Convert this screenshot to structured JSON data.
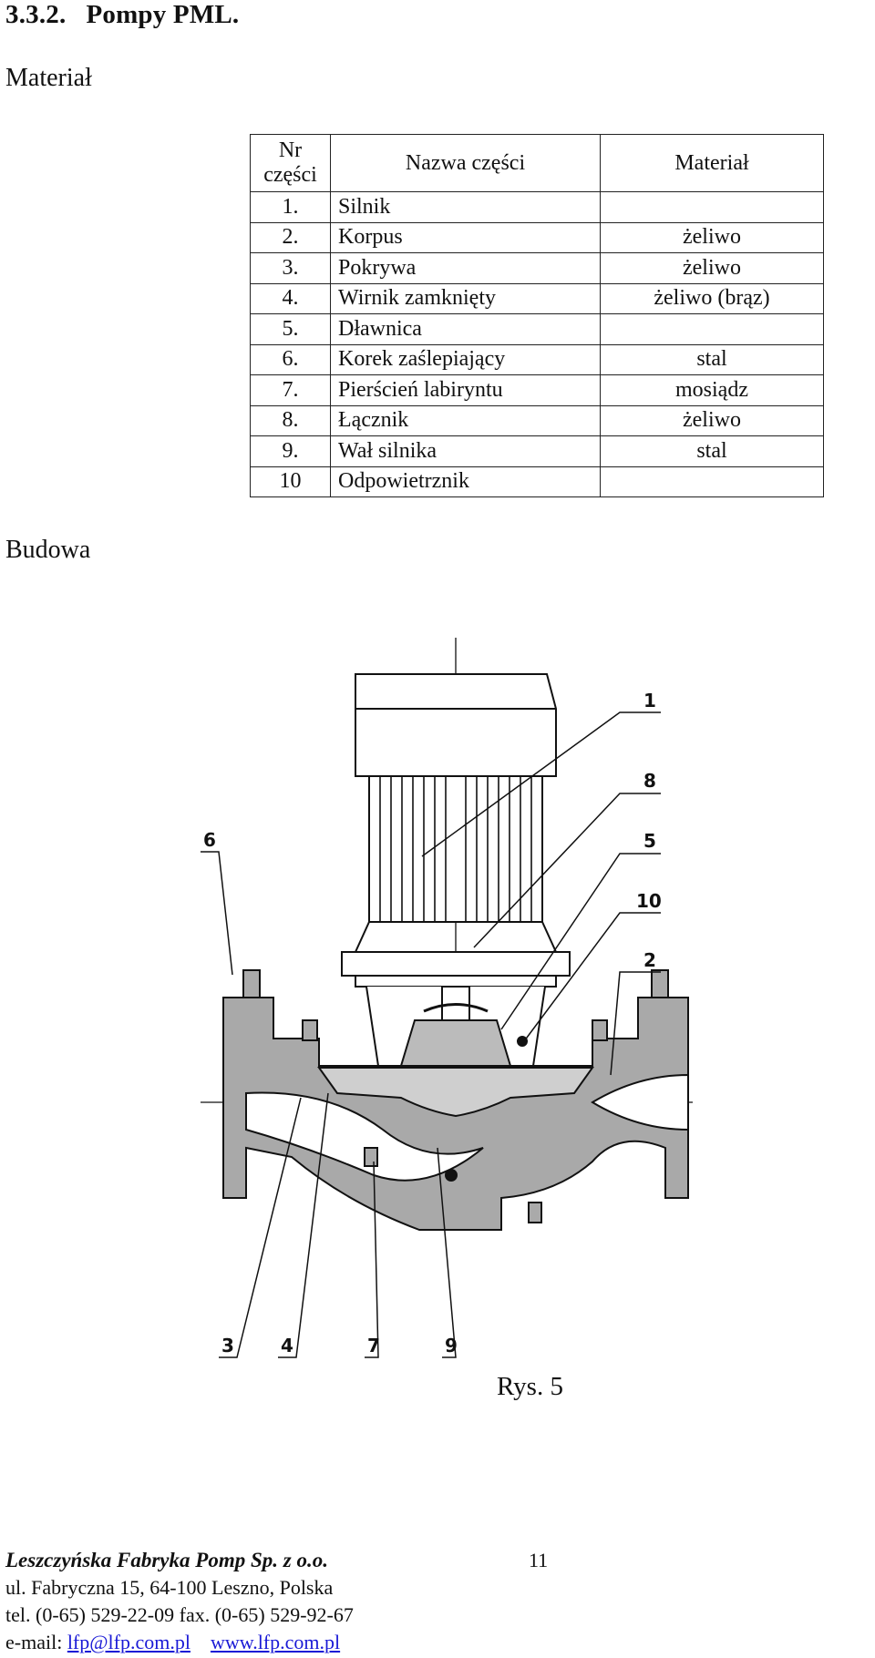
{
  "heading": {
    "number": "3.3.2.",
    "title": "Pompy PML."
  },
  "sections": {
    "material": "Materiał",
    "budowa": "Budowa"
  },
  "table": {
    "headers": {
      "nr": "Nr części",
      "name": "Nazwa części",
      "material": "Materiał"
    },
    "rows": [
      {
        "nr": "1.",
        "name": "Silnik",
        "material": ""
      },
      {
        "nr": "2.",
        "name": "Korpus",
        "material": "żeliwo"
      },
      {
        "nr": "3.",
        "name": "Pokrywa",
        "material": "żeliwo"
      },
      {
        "nr": "4.",
        "name": "Wirnik zamknięty",
        "material": "żeliwo (brąz)"
      },
      {
        "nr": "5.",
        "name": "Dławnica",
        "material": ""
      },
      {
        "nr": "6.",
        "name": "Korek zaślepiający",
        "material": "stal"
      },
      {
        "nr": "7.",
        "name": "Pierścień labiryntu",
        "material": "mosiądz"
      },
      {
        "nr": "8.",
        "name": "Łącznik",
        "material": "żeliwo"
      },
      {
        "nr": "9.",
        "name": "Wał silnika",
        "material": "stal"
      },
      {
        "nr": "10",
        "name": "Odpowietrznik",
        "material": ""
      }
    ]
  },
  "drawing": {
    "callouts": {
      "c1": "1",
      "c8": "8",
      "c5": "5",
      "c10": "10",
      "c2": "2",
      "c6": "6",
      "c3": "3",
      "c4": "4",
      "c7": "7",
      "c9": "9"
    }
  },
  "caption": "Rys. 5",
  "footer": {
    "company": "Leszczyńska Fabryka Pomp Sp. z o.o.",
    "address": "ul. Fabryczna 15, 64-100 Leszno, Polska",
    "phone": "tel. (0-65) 529-22-09 fax. (0-65) 529-92-67",
    "email_label": "e-mail:",
    "email": "lfp@lfp.com.pl",
    "website": "www.lfp.com.pl",
    "page_number": "11"
  }
}
